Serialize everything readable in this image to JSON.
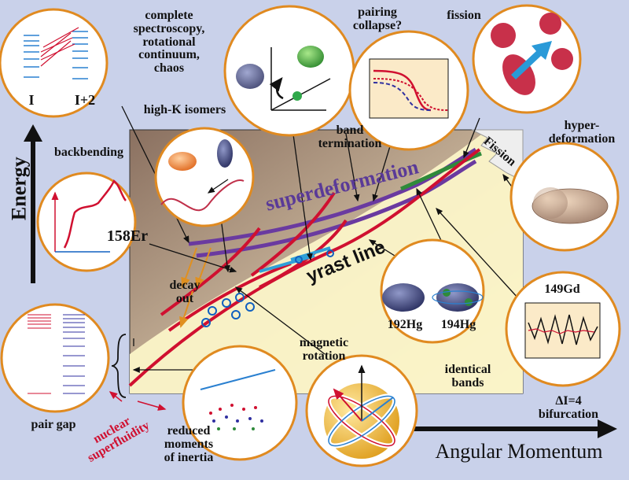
{
  "labels": {
    "spectroscopy": "complete\nspectroscopy,\nrotational\ncontinuum,\nchaos",
    "I": "I",
    "I_plus_2": "I+2",
    "pairing_collapse": "pairing\ncollapse?",
    "fission": "fission",
    "high_k_isomers": "high-K isomers",
    "band_termination": "band\ntermination",
    "hyperdeformation": "hyper-\ndeformation",
    "backbending": "backbending",
    "er158": "158Er",
    "energy": "Energy",
    "superdeformation": "superdeformation",
    "fission_region": "Fission",
    "yrast_line": "yrast line",
    "decay_out": "decay\nout",
    "hg192": "192Hg",
    "hg194": "194Hg",
    "gd149": "149Gd",
    "magnetic_rotation": "magnetic\nrotation",
    "identical_bands": "identical\nbands",
    "bifurcation": "ΔI=4\nbifurcation",
    "pair_gap": "pair gap",
    "nuclear_superfluidity": "nuclear\nsuperfluidity",
    "reduced_moments": "reduced\nmoments\nof inertia",
    "angular_momentum": "Angular Momentum"
  },
  "colors": {
    "background": "#c9d1ea",
    "bubble_border": "#e08a20",
    "yrast_red": "#d01030",
    "superdeformation_purple": "#6a3aa0",
    "hyperdeformation_green": "#2f8a3a",
    "magnetic_cyan": "#30a0d8"
  }
}
